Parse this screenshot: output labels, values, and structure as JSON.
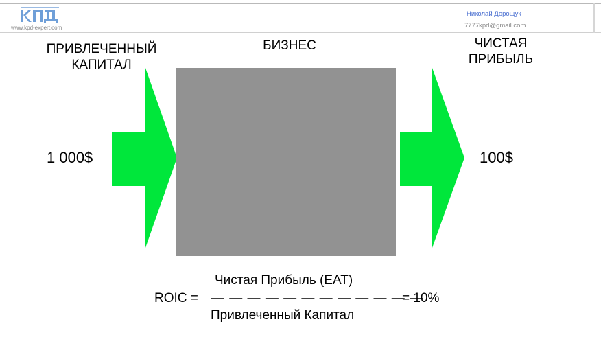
{
  "header": {
    "logo_text": "КПД",
    "site_url": "www.kpd-expert.com",
    "author_name": "Николай Дорощук",
    "author_email": "7777kpd@gmail.com"
  },
  "diagram": {
    "input_label": "ПРИВЛЕЧЕННЫЙ КАПИТАЛ",
    "center_label": "БИЗНЕС",
    "output_label": "ЧИСТАЯ ПРИБЫЛЬ",
    "input_value": "1 000$",
    "output_value": "100$"
  },
  "formula": {
    "numerator": "Чистая Прибыль (EAT)",
    "lhs": "ROIC =",
    "fraction_bar": "— — — — — — — — — — — —",
    "result": "= 10%",
    "denominator": "Привлеченный Капитал"
  },
  "colors": {
    "arrow": "#00e73b",
    "business_box": "#929292",
    "author_name": "#4a6fd0",
    "logo": "#6f9fd8"
  }
}
